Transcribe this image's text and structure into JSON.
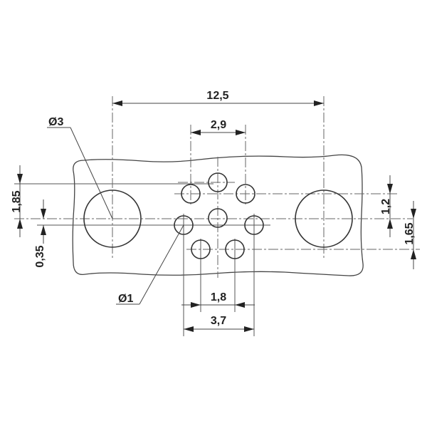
{
  "drawing": {
    "type": "connector panel cutout / drilling pattern",
    "units": "mm",
    "large_hole_label": "Ø3",
    "small_hole_label": "Ø1",
    "small_hole_count": 8,
    "large_hole_count": 2
  },
  "dimensions": {
    "large_hole_spacing": "12,5",
    "upper_pin_spacing": "2,9",
    "inner_lower_spacing": "1,8",
    "outer_side_spacing": "3,7",
    "left_vertical_top": "1,85",
    "left_vertical_offset": "0,35",
    "right_vertical_upper": "1,2",
    "right_vertical_lower": "1,65"
  },
  "colors": {
    "line": "#444444",
    "background": "#ffffff"
  }
}
